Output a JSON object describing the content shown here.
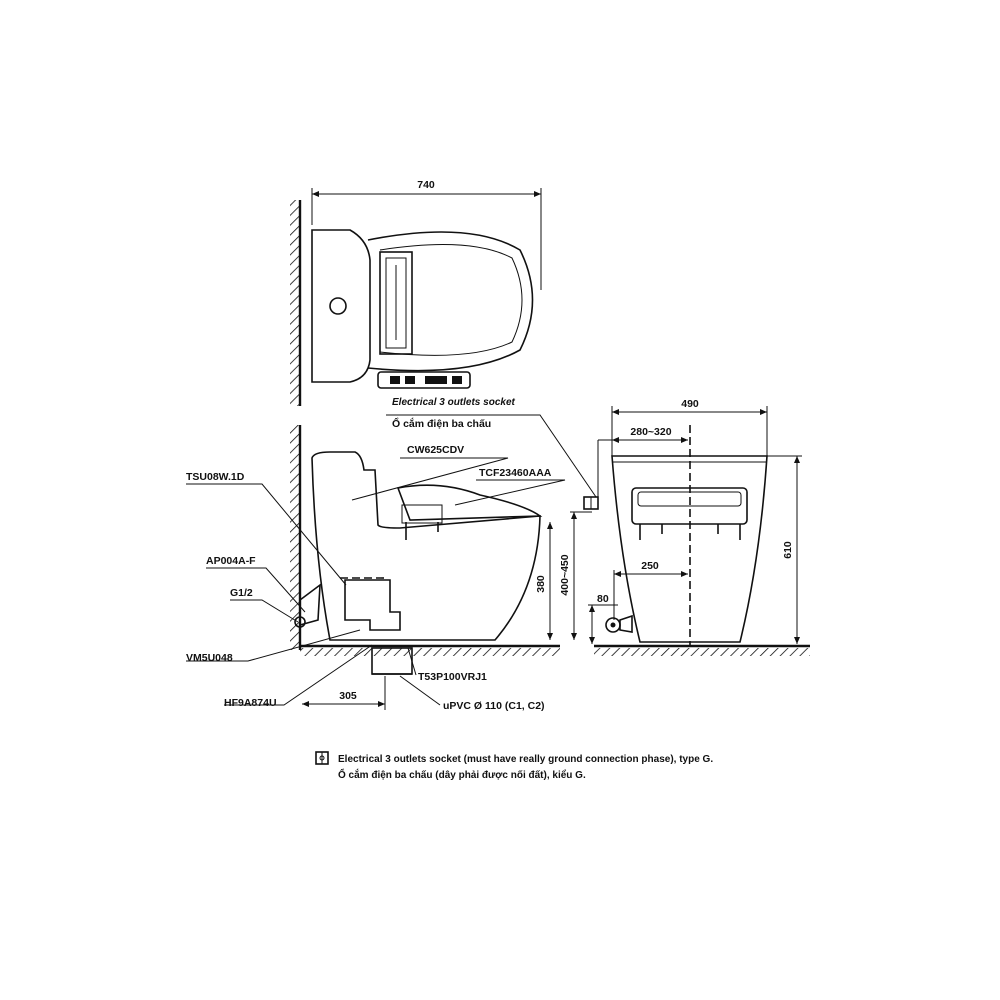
{
  "dimensions": {
    "top_width": "740",
    "side_width": "490",
    "supply_offset": "280~320",
    "drain_offset": "250",
    "inlet_height": "80",
    "total_height": "610",
    "seat_height": "380",
    "socket_height": "400~450",
    "rough_in": "305"
  },
  "callouts": {
    "socket_en": "Electrical 3 outlets socket",
    "socket_vi": "Ổ cắm điện ba chấu",
    "bowl_model": "CW625CDV",
    "seat_model": "TCF23460AAA",
    "tsu": "TSU08W.1D",
    "ap": "AP004A-F",
    "g12": "G1/2",
    "vm": "VM5U048",
    "hf": "HF9A874U",
    "t53": "T53P100VRJ1",
    "upvc": "uPVC Ø 110 (C1, C2)"
  },
  "note": {
    "line1": "Electrical 3 outlets socket (must have really ground connection phase), type G.",
    "line2": "Ổ cắm điện ba chấu (dây phải được nối đất), kiểu G."
  },
  "colors": {
    "ink": "#111111",
    "paper": "#ffffff"
  },
  "icons": {
    "socket_symbol": "electrical-socket-icon"
  }
}
